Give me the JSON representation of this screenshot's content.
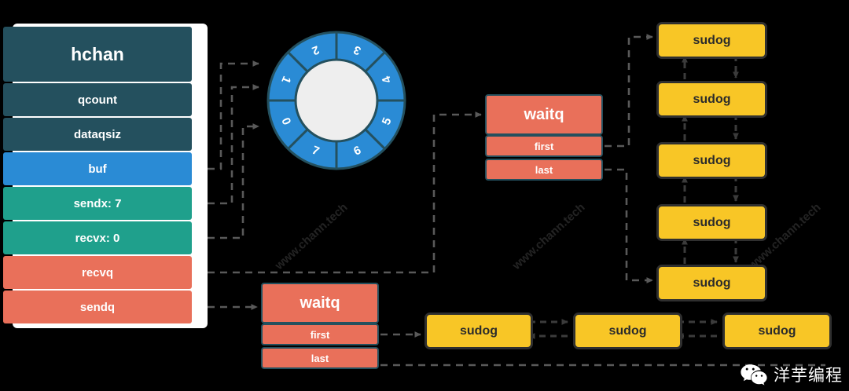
{
  "diagram": {
    "title": "hchan",
    "background": "#000000",
    "colors": {
      "dark": "#24505e",
      "blue": "#2a8bd5",
      "teal": "#1fa08c",
      "salmon": "#e9705a",
      "yellow": "#f8c626",
      "outline": "#2f2f2f",
      "edge": "#595959"
    }
  },
  "hchan": {
    "title": "hchan",
    "fields": [
      {
        "label": "qcount",
        "color": "dark"
      },
      {
        "label": "dataqsiz",
        "color": "dark"
      },
      {
        "label": "buf",
        "color": "blue"
      },
      {
        "label": "sendx: 7",
        "color": "teal"
      },
      {
        "label": "recvx: 0",
        "color": "teal"
      },
      {
        "label": "recvq",
        "color": "salmon"
      },
      {
        "label": "sendq",
        "color": "salmon"
      }
    ]
  },
  "ring": {
    "name": "circular-buffer",
    "segments": [
      "0",
      "1",
      "2",
      "3",
      "4",
      "5",
      "6",
      "7"
    ],
    "slot_count": 8,
    "fill": "#2a8bd5",
    "hub_fill": "#eeeeee"
  },
  "waitq_recv": {
    "title": "waitq",
    "first_label": "first",
    "last_label": "last"
  },
  "waitq_send": {
    "title": "waitq",
    "first_label": "first",
    "last_label": "last"
  },
  "recv_sudogs": [
    {
      "label": "sudog"
    },
    {
      "label": "sudog"
    },
    {
      "label": "sudog"
    },
    {
      "label": "sudog"
    },
    {
      "label": "sudog"
    }
  ],
  "send_sudogs": [
    {
      "label": "sudog"
    },
    {
      "label": "sudog"
    },
    {
      "label": "sudog"
    }
  ],
  "watermarks": {
    "diagonal": "www.chann.tech",
    "brand": "洋芋编程",
    "brand_icon": "wechat-icon"
  }
}
